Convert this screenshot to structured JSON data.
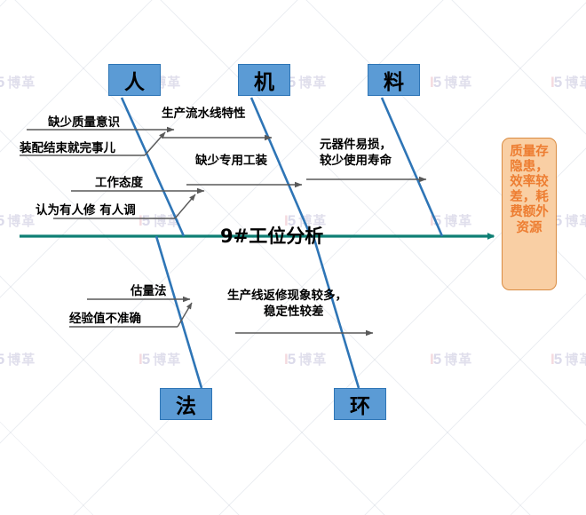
{
  "diagram": {
    "type": "fishbone-ishikawa",
    "spine_label": "9#工位分析",
    "spine_color": "#0e7f74",
    "bone_color": "#2e75b6",
    "sub_arrow_color": "#595959",
    "category_box_fill": "#5b9bd5",
    "category_box_border": "#2e75b6",
    "effect_box_fill": "#f9cfa4",
    "effect_box_border": "#d98b41",
    "effect_box_text_color": "#ed7d31"
  },
  "effect": {
    "text": "质量存隐患，效率较差，耗费额外资源"
  },
  "categories": {
    "top": [
      {
        "id": "ren",
        "label": "人"
      },
      {
        "id": "ji",
        "label": "机"
      },
      {
        "id": "liao",
        "label": "料"
      }
    ],
    "bottom": [
      {
        "id": "fa",
        "label": "法"
      },
      {
        "id": "huan",
        "label": "环"
      }
    ]
  },
  "causes": {
    "ren": [
      {
        "id": "ren-c1",
        "text": "缺少质量意识"
      },
      {
        "id": "ren-c2",
        "text": "装配结束就完事儿"
      },
      {
        "id": "ren-c3",
        "text": "工作态度"
      },
      {
        "id": "ren-c4",
        "text": "认为有人修 有人调"
      }
    ],
    "ji": [
      {
        "id": "ji-c1",
        "text": "生产流水线特性"
      },
      {
        "id": "ji-c2",
        "text": "缺少专用工装"
      }
    ],
    "liao": [
      {
        "id": "liao-c1",
        "text": "元器件易损，"
      },
      {
        "id": "liao-c2",
        "text": "较少使用寿命"
      }
    ],
    "fa": [
      {
        "id": "fa-c1",
        "text": "估量法"
      },
      {
        "id": "fa-c2",
        "text": "经验值不准确"
      }
    ],
    "huan": [
      {
        "id": "huan-c1",
        "text": "生产线返修现象较多，"
      },
      {
        "id": "huan-c2",
        "text": "稳定性较差"
      }
    ]
  },
  "watermark": {
    "mark_left": "I",
    "mark_right": "5",
    "text": "博革"
  }
}
